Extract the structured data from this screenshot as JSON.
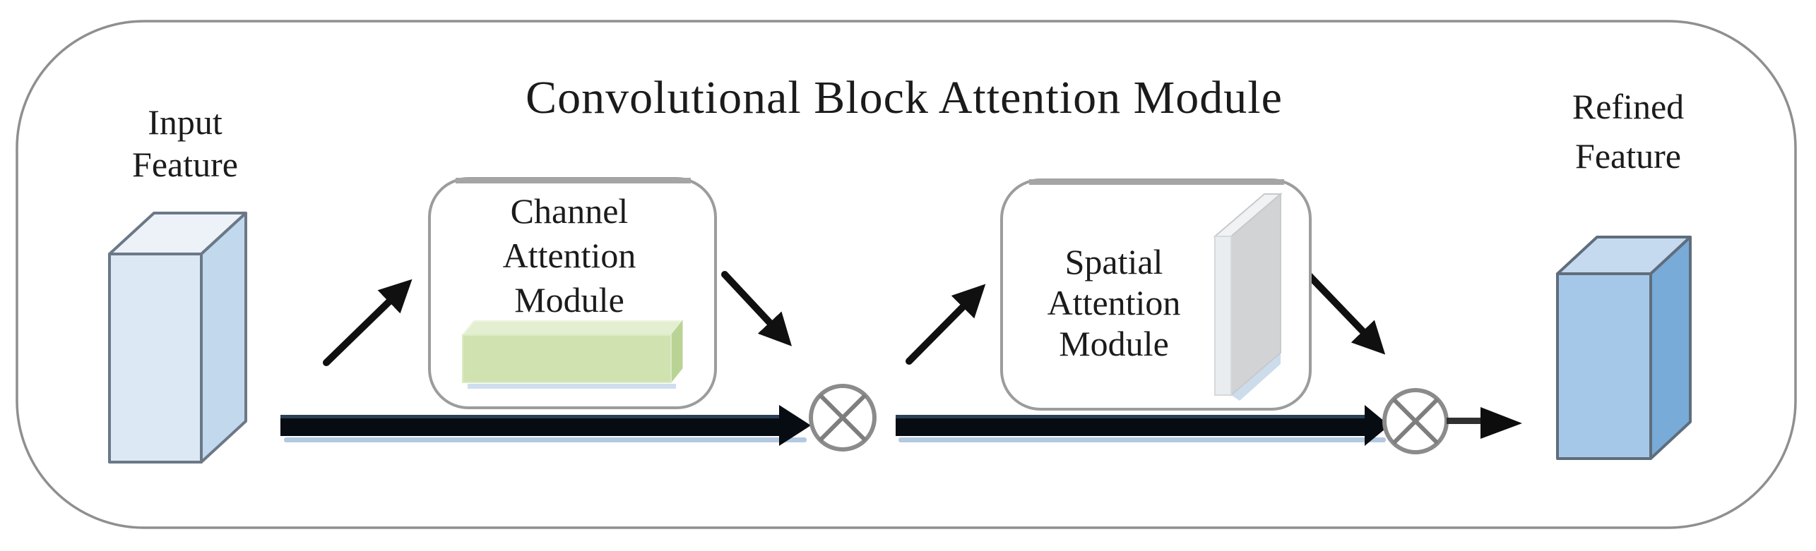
{
  "diagram": {
    "title": "Convolutional Block Attention Module",
    "input_label": {
      "line1": "Input",
      "line2": "Feature"
    },
    "refined_label": {
      "line1": "Refined",
      "line2": "Feature"
    },
    "channel_box": {
      "line1": "Channel",
      "line2": "Attention",
      "line3": "Module"
    },
    "spatial_box": {
      "line1": "Spatial",
      "line2": "Attention",
      "line3": "Module"
    },
    "icons": {
      "multiply_operator": "⊗"
    },
    "colors": {
      "input_cube_front": "#dce8f4",
      "input_cube_side": "#c2d8ed",
      "input_cube_top": "#edf2f9",
      "refined_cube_front": "#a6c8e8",
      "refined_cube_side": "#78abd8",
      "refined_cube_top": "#c6daef",
      "channel_bar_green": "#cfe2b0",
      "channel_bar_green_top": "#e4efd1",
      "channel_bar_green_side": "#b9d395",
      "spatial_plane_gray": "#d2d3d5",
      "spatial_plane_highlight": "#e9edf0",
      "arrow_black": "#070c13",
      "arrow_shadow_blue": "#b3c9e0",
      "operator_gray": "#8b8b8b",
      "container_border_gray": "#8f8f8f",
      "box_border_gray": "#9c9c9c"
    }
  }
}
